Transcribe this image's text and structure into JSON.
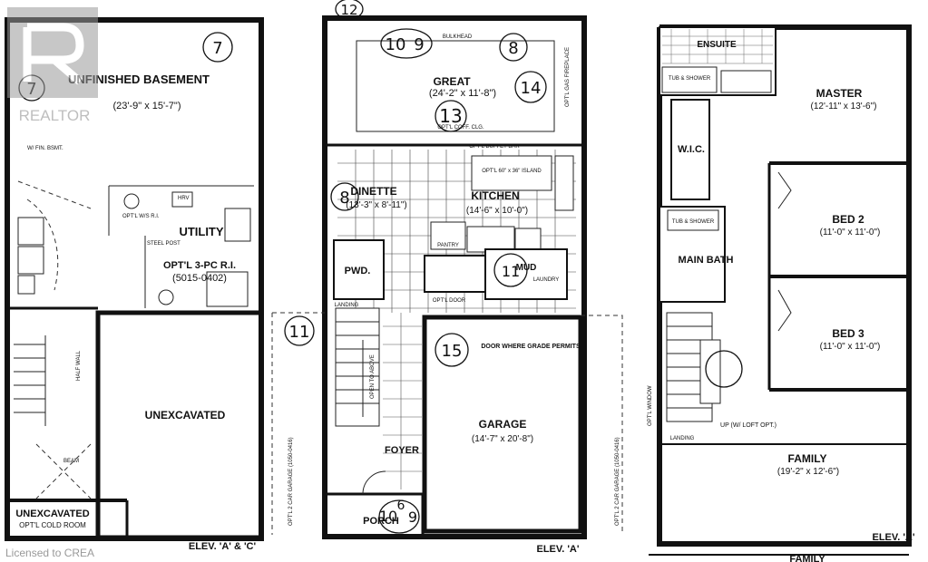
{
  "watermark": {
    "brand": "REALTOR",
    "footer": "Licensed to CREA"
  },
  "basement": {
    "unfinished_label": "UNFINISHED BASEMENT",
    "unfinished_dims": "(23'-9\" x 15'-7\")",
    "utility": "UTILITY",
    "rough_in": "OPT'L 3-PC R.I.",
    "rough_in_code": "(5015-0402)",
    "unexcavated": "UNEXCAVATED",
    "cold_room": "UNEXCAVATED",
    "cold_room_sub": "OPT'L COLD ROOM",
    "elevation": "ELEV. 'A' & 'C'",
    "small_labels": [
      "HRV",
      "OPT'L W/S R.I.",
      "STEEL POST",
      "W/ FIN. BSMT.",
      "HALF WALL",
      "BEAM"
    ]
  },
  "main_floor": {
    "great": "GREAT",
    "great_dims": "(24'-2\" x 11'-8\")",
    "bulkhead": "BULKHEAD",
    "coffered": "OPT'L COFF. CLG.",
    "gas_fireplace": "OPT'L GAS FIREPLACE",
    "buffet_bar": "OPT'L BUFFET BAR",
    "island": "OPT'L 60\" x 36\" ISLAND",
    "dinette": "DINETTE",
    "dinette_dims": "(13'-3\" x 8'-11\")",
    "kitchen": "KITCHEN",
    "kitchen_dims": "(14'-6\" x 10'-0\")",
    "pantry": "PANTRY",
    "pwd": "PWD.",
    "mud": "MUD",
    "laundry": "LAUNDRY",
    "opt_door": "OPT'L DOOR",
    "landing": "LANDING",
    "open_to_above": "OPEN TO ABOVE",
    "foyer": "FOYER",
    "porch": "PORCH",
    "garage": "GARAGE",
    "garage_dims": "(14'-7\" x 20'-8\")",
    "door_note": "DOOR WHERE GRADE PERMITS",
    "opt_garage": "OPT'L 2 CAR GARAGE (1050-0416)",
    "elevation": "ELEV. 'A'"
  },
  "second_floor": {
    "ensuite": "ENSUITE",
    "tub_shower": "TUB & SHOWER",
    "master": "MASTER",
    "master_dims": "(12'-11\" x 13'-6\")",
    "wic": "W.I.C.",
    "bed2": "BED 2",
    "bed2_dims": "(11'-0\" x 11'-0\")",
    "bed3": "BED 3",
    "bed3_dims": "(11'-0\" x 11'-0\")",
    "main_bath": "MAIN BATH",
    "tub_shower2": "TUB & SHOWER",
    "loft": "UP (W/ LOFT OPT.)",
    "opt_window": "OPT'L WINDOW",
    "landing": "LANDING",
    "family": "FAMILY",
    "family_dims": "(19'-2\" x 12'-6\")",
    "family_bottom": "FAMILY",
    "elevation": "ELEV. 'A'"
  },
  "handwritten": [
    "7",
    "7",
    "12",
    "10",
    "9",
    "8",
    "14",
    "13",
    "8",
    "11",
    "15",
    "11",
    "10",
    "6",
    "9"
  ]
}
